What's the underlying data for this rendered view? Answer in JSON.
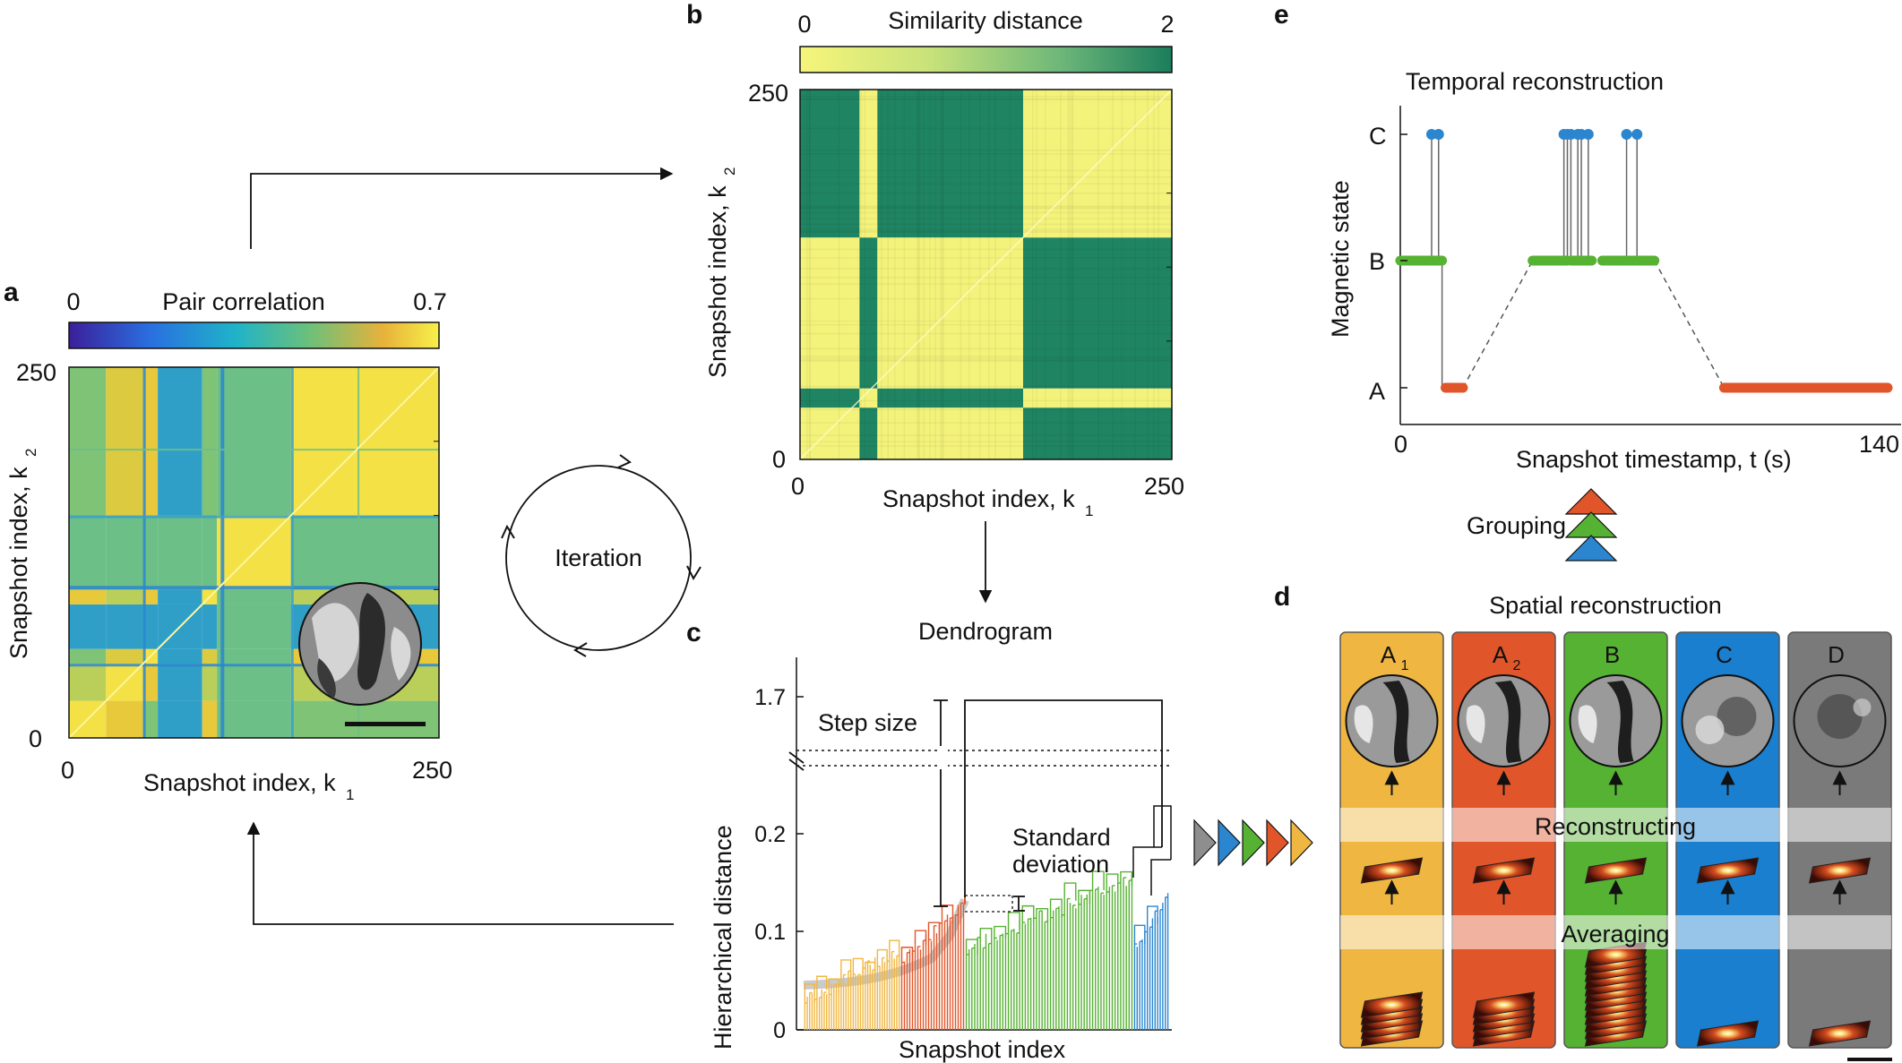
{
  "panel_labels": {
    "a": "a",
    "b": "b",
    "c": "c",
    "d": "d",
    "e": "e"
  },
  "panel_a": {
    "colorbar_min": "0",
    "colorbar_label": "Pair correlation",
    "colorbar_max": "0.7",
    "y_tick_max": "250",
    "y_tick_min": "0",
    "x_tick_min": "0",
    "x_tick_max": "250",
    "x_label": "Snapshot index, k",
    "y_label": "Snapshot index, k",
    "x_sub": "1",
    "y_sub": "2",
    "colormap": [
      "#3b1f9a",
      "#2a6fe0",
      "#1fb3c8",
      "#6cc07a",
      "#e8b23a",
      "#f7f04a"
    ]
  },
  "panel_b": {
    "colorbar_min": "0",
    "colorbar_label": "Similarity distance",
    "colorbar_max": "2",
    "y_tick_max": "250",
    "y_tick_min": "0",
    "x_tick_min": "0",
    "x_tick_max": "250",
    "x_label": "Snapshot index, k",
    "y_label": "Snapshot index, k",
    "x_sub": "1",
    "y_sub": "2",
    "colormap": [
      "#f6f57a",
      "#c8e27a",
      "#6db77a",
      "#1b7d5c"
    ]
  },
  "iteration_label": "Iteration",
  "panel_c": {
    "title": "Dendrogram",
    "y_label": "Hierarchical distance",
    "x_label": "Snapshot index",
    "y_ticks": [
      "0",
      "0.1",
      "0.2",
      "1.7"
    ],
    "step_size_label": "Step size",
    "std_label_1": "Standard",
    "std_label_2": "deviation",
    "cluster_colors": [
      "#f0b642",
      "#e0562a",
      "#56b232",
      "#2b86cf",
      "#9a9a9a"
    ]
  },
  "panel_e": {
    "title": "Temporal reconstruction",
    "y_label": "Magnetic state",
    "x_label": "Snapshot timestamp, t (s)",
    "x_tick_min": "0",
    "x_tick_max": "140",
    "states": [
      "A",
      "B",
      "C"
    ],
    "state_colors": {
      "A": "#e0562a",
      "B": "#56b232",
      "C": "#2b86cf"
    }
  },
  "grouping_label": "Grouping",
  "panel_d": {
    "title": "Spatial reconstruction",
    "columns": [
      {
        "label": "A",
        "sub": "1",
        "color": "#f0b642"
      },
      {
        "label": "A",
        "sub": "2",
        "color": "#e0562a"
      },
      {
        "label": "B",
        "sub": "",
        "color": "#56b232"
      },
      {
        "label": "C",
        "sub": "",
        "color": "#1a7fcf"
      },
      {
        "label": "D",
        "sub": "",
        "color": "#7a7a7a"
      }
    ],
    "band_1": "Reconstructing",
    "band_2": "Averaging"
  },
  "chart_data": [
    {
      "type": "heatmap",
      "title": "",
      "colorbar_label": "Pair correlation",
      "xlabel": "Snapshot index, k1",
      "ylabel": "Snapshot index, k2",
      "xlim": [
        0,
        250
      ],
      "ylim": [
        0,
        250
      ],
      "zlim": [
        0,
        0.7
      ]
    },
    {
      "type": "heatmap",
      "title": "",
      "colorbar_label": "Similarity distance",
      "xlabel": "Snapshot index, k1",
      "ylabel": "Snapshot index, k2",
      "xlim": [
        0,
        250
      ],
      "ylim": [
        0,
        250
      ],
      "zlim": [
        0,
        2
      ]
    },
    {
      "type": "scatter",
      "title": "Temporal reconstruction",
      "xlabel": "Snapshot timestamp, t (s)",
      "ylabel": "Magnetic state",
      "xlim": [
        0,
        140
      ],
      "categories": [
        "A",
        "B",
        "C"
      ],
      "series": [
        {
          "name": "A",
          "x_ranges": [
            [
              13,
              18
            ],
            [
              93,
              140
            ]
          ]
        },
        {
          "name": "B",
          "x_ranges": [
            [
              0,
              12
            ],
            [
              38,
              48
            ],
            [
              49,
              55
            ],
            [
              58,
              73
            ]
          ]
        },
        {
          "name": "C",
          "x": [
            9,
            11,
            47,
            48,
            49,
            51,
            52,
            54,
            65,
            68
          ]
        }
      ]
    },
    {
      "type": "line",
      "title": "Dendrogram",
      "xlabel": "Snapshot index",
      "ylabel": "Hierarchical distance",
      "y_ticks": [
        0,
        0.1,
        0.2,
        1.7
      ]
    }
  ]
}
